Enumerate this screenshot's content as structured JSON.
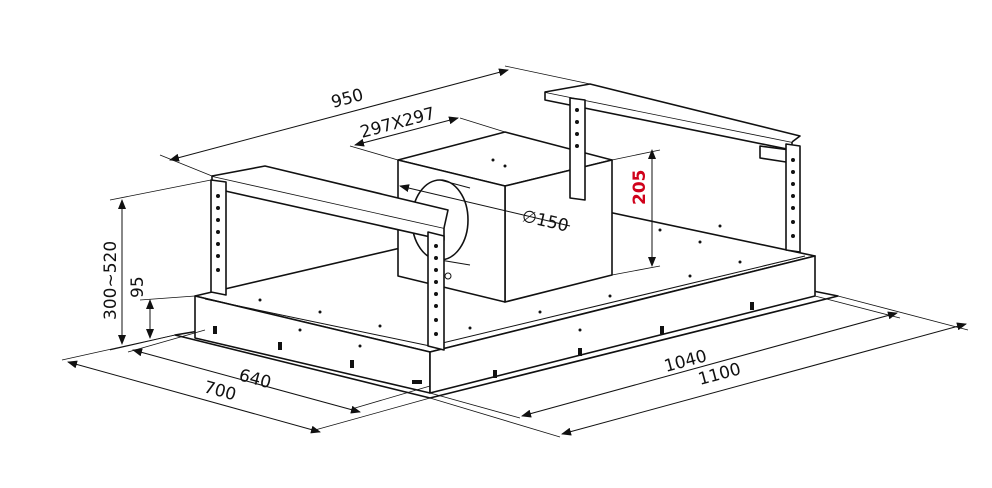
{
  "dimensions": {
    "width_top": "950",
    "outlet_size": "297X297",
    "outlet_diameter": "∅150",
    "box_height": "205",
    "height_range": "300~520",
    "body_height": "95",
    "depth_inner": "640",
    "depth_outer": "700",
    "length_inner": "1040",
    "length_outer": "1100"
  },
  "colors": {
    "line": "#111111",
    "highlight_dimension": "#d0021b"
  }
}
